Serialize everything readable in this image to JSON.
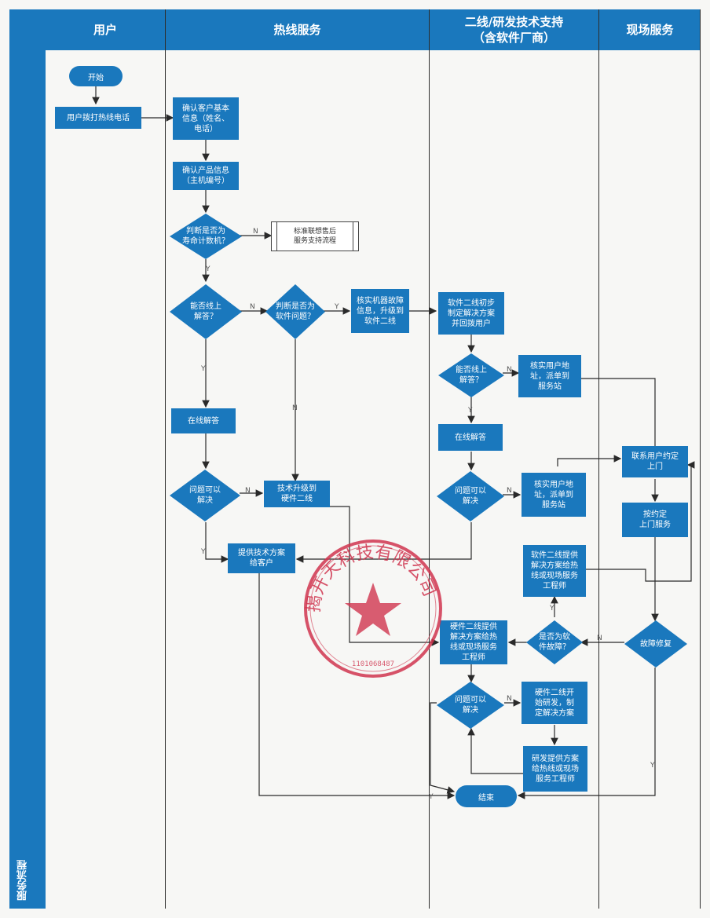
{
  "lanes": {
    "side": "服务流程",
    "user": "用户",
    "hotline": "热线服务",
    "second": "二线/研发技术支持\n（含软件厂商）",
    "onsite": "现场服务"
  },
  "nodes": {
    "start": "开始",
    "call": "用户拨打热线电话",
    "confirm_info": "确认客户基本\n信息（姓名、\n电话）",
    "confirm_product": "确认产品信息\n（主机编号）",
    "is_legacy": "判断是否为\n寿命计数机？",
    "legacy_proc": "标准联想售后\n服务支持流程",
    "online_ok": "能否线上\n解答？",
    "is_software": "判断是否为\n软件问题？",
    "verify_fault": "核实机器故障\n信息，升级到\n软件二线",
    "sw2_plan": "软件二线初步\n制定解决方案\n并回拨用户",
    "online_ok2": "能否线上\n解答？",
    "verify_addr": "核实用户地\n址，派单到\n服务站",
    "online_answer": "在线解答",
    "online_answer2": "在线解答",
    "solved1": "问题可以\n解决",
    "escalate": "技术升级到\n硬件二线",
    "solved2": "问题可以\n解决",
    "verify_addr2": "核实用户地\n址，派单到\n服务站",
    "contact": "联系用户约定\n上门",
    "visit": "按约定\n上门服务",
    "provide_plan": "提供技术方案\n给客户",
    "sw2_help": "软件二线提供\n解决方案给热\n线或现场服务\n工程师",
    "hw2_help": "硬件二线提供\n解决方案给热\n线或现场服务\n工程师",
    "is_sw_fault": "是否为软\n件故障？",
    "repair": "故障修复",
    "solved3": "问题可以\n解决",
    "hw2_dev": "硬件二线开\n始研发，制\n定解决方案",
    "rd_plan": "研发提供方案\n给热线或现场\n服务工程师",
    "end": "结束"
  },
  "edge_labels": {
    "yes": "Y",
    "no": "N"
  },
  "seal": {
    "text": "揭开天科技有限公司",
    "number": "1101068487"
  },
  "colors": {
    "node": "#1a78bd",
    "seal": "#d0354f",
    "line": "#2a2a2a"
  }
}
